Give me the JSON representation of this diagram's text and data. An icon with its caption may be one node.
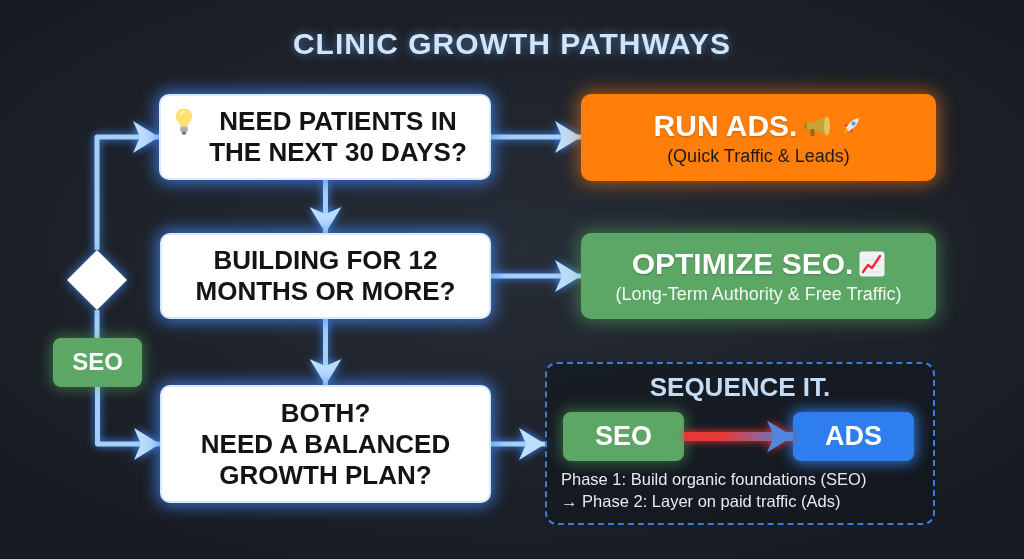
{
  "diagram": {
    "title": "CLINIC GROWTH PATHWAYS",
    "nodes": [
      {
        "text": [
          "NEED PATIENTS IN THE NEXT 30 DAYS?"
        ]
      },
      {
        "text": [
          "RUN ADS.",
          "(Quick Traffic & Leads)"
        ]
      },
      {
        "text": [
          "BUILDING FOR 12 MONTHS OR MORE?"
        ]
      },
      {
        "text": [
          "OPTIMIZE SEO.",
          "(Long-Term Authority & Free Traffic)"
        ]
      },
      {
        "text": [],
        "shape": "diamond"
      },
      {
        "text": [
          "SEO"
        ]
      },
      {
        "text": [
          "BOTH?",
          "NEED A BALANCED GROWTH PLAN?"
        ]
      },
      {
        "text": [
          "SEQUENCE IT.",
          "Phase 1: Build organic foundations (SEO)",
          "→ Phase 2: Layer on paid traffic (Ads)"
        ]
      },
      {
        "text": [
          "SEO"
        ],
        "in": 7
      },
      {
        "text": [
          "ADS"
        ],
        "in": 7
      }
    ],
    "edges": [
      {
        "from": 0,
        "to": 1,
        "arrow": "to"
      },
      {
        "from": 0,
        "to": 2,
        "arrow": "to"
      },
      {
        "from": 2,
        "to": 3,
        "arrow": "to"
      },
      {
        "from": 2,
        "to": 6,
        "arrow": "to"
      },
      {
        "from": 6,
        "to": 7,
        "arrow": "to"
      },
      {
        "from": 4,
        "to": 0,
        "arrow": "to"
      },
      {
        "from": 4,
        "to": 5,
        "arrow": "none"
      },
      {
        "from": 5,
        "to": 6,
        "arrow": "to"
      },
      {
        "from": 8,
        "to": 9,
        "arrow": "to",
        "style": "thick",
        "color": "#e53935"
      }
    ]
  }
}
